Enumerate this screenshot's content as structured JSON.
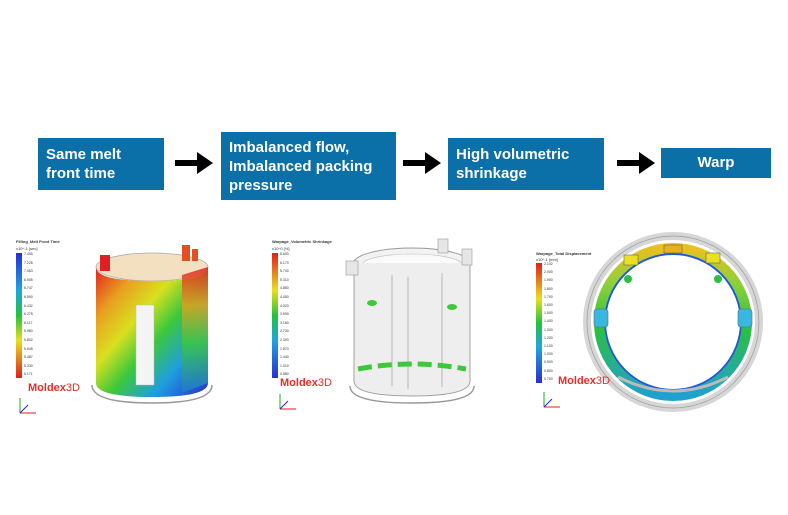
{
  "flow": {
    "step1": "Same melt\nfront time",
    "step2": "Imbalanced flow,\nImbalanced packing\npressure",
    "step3": "High volumetric\nshrinkage",
    "step4": "Warp"
  },
  "colors": {
    "box_fill": "#0b6fa8",
    "box_text": "#ffffff",
    "arrow": "#000000",
    "logo_red": "#e0302a"
  },
  "panels": [
    {
      "legend_title": "Filling_Melt Front Time",
      "legend_unit": "x10^-1  [sec]",
      "ticks": [
        "7.405",
        "7.226",
        "7.063",
        "6.905",
        "6.747",
        "6.590",
        "6.432",
        "6.275",
        "6.117",
        "5.960",
        "5.802",
        "5.645",
        "5.487",
        "5.330",
        "5.171"
      ],
      "logo_a": "Moldex",
      "logo_b": "3D"
    },
    {
      "legend_title": "Warpage_Volumetric Shrinkage",
      "legend_unit": "x10^0  [%]",
      "ticks": [
        "6.600",
        "6.170",
        "5.740",
        "5.310",
        "4.880",
        "4.450",
        "4.020",
        "3.590",
        "3.160",
        "2.730",
        "2.300",
        "1.870",
        "1.440",
        "1.010",
        "0.580"
      ],
      "logo_a": "Moldex",
      "logo_b": "3D"
    },
    {
      "legend_title": "Warpage_Total Displacement",
      "legend_unit": "x10^-1  [mm]",
      "ticks": [
        "2.102",
        "2.000",
        "1.900",
        "1.800",
        "1.700",
        "1.600",
        "1.500",
        "1.400",
        "1.300",
        "1.200",
        "1.100",
        "1.000",
        "0.900",
        "0.800",
        "0.700"
      ],
      "logo_a": "Moldex",
      "logo_b": "3D"
    }
  ]
}
